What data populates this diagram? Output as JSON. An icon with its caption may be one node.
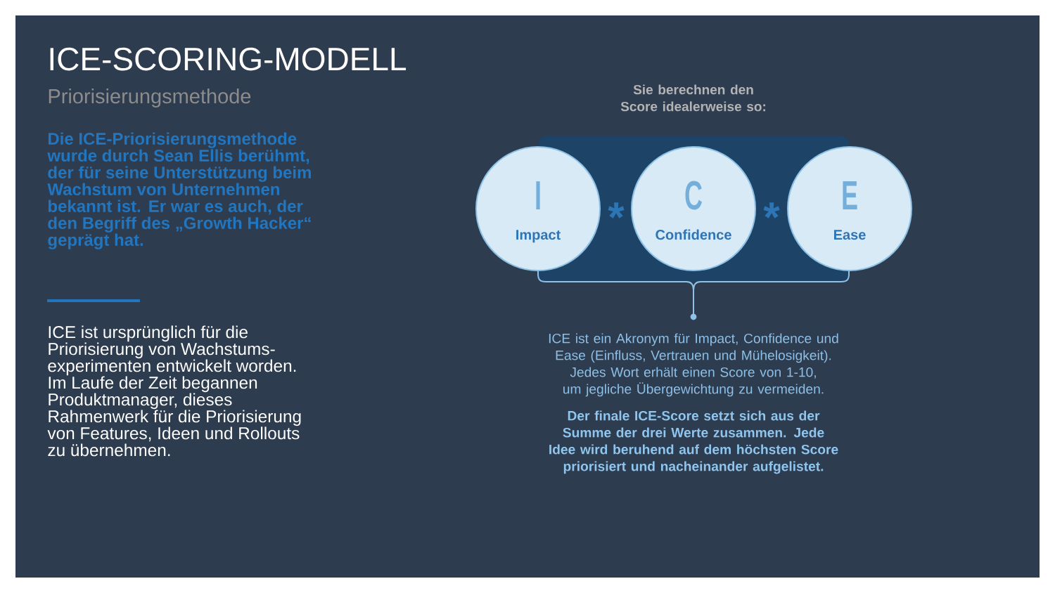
{
  "diagram": {
    "title": "ICE-SCORING-MODELL",
    "nodes": [
      {
        "text": [
          "I",
          "Impact"
        ]
      },
      {
        "text": [
          "C",
          "Confidence"
        ]
      },
      {
        "text": [
          "E",
          "Ease"
        ]
      }
    ],
    "labels": [
      "Priorisierungsmethode",
      "Die ICE-Priorisierungsmethode wurde durch Sean Ellis berühmt, der für seine Unterstützung beim Wachstum von Unternehmen bekannt ist. Er war es auch, der den Begriff des „Growth Hacker“ geprägt hat.",
      "ICE ist ursprünglich für die Priorisierung von Wachstums-experimenten entwickelt worden. Im Laufe der Zeit begannen Produktmanager, dieses Rahmenwerk für die Priorisierung von Features, Ideen und Rollouts zu übernehmen.",
      "Sie berechnen den Score idealerweise so:",
      "*",
      "*",
      "ICE ist ein Akronym für Impact, Confidence und Ease (Einfluss, Vertrauen und Mühelosigkeit). Jedes Wort erhält einen Score von 1-10, um jegliche Übergewichtung zu vermeiden.",
      "Der finale ICE-Score setzt sich aus der Summe der drei Werte zusammen. Jede Idee wird beruhend auf dem höchsten Score priorisiert und nacheinander aufgelistet."
    ]
  }
}
